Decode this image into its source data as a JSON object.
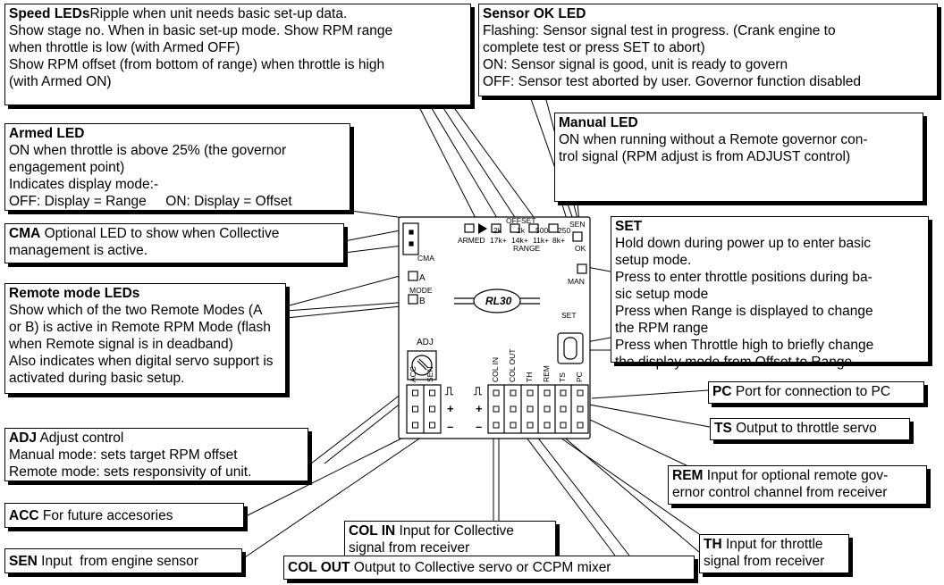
{
  "callouts": {
    "speed_leds": {
      "title": "Speed LEDs",
      "lines": [
        "Ripple when unit needs basic set-up data.",
        "Show stage no. When in basic set-up mode. Show RPM range",
        "when throttle is low (with Armed OFF)",
        "Show RPM offset (from bottom of range) when throttle is high",
        "(with Armed ON)"
      ]
    },
    "sensor_ok_led": {
      "title": "Sensor OK LED",
      "lines": [
        "Flashing: Sensor signal test in progress. (Crank engine to",
        "complete test or press SET to abort)",
        "ON: Sensor signal is good, unit is ready to govern",
        "OFF: Sensor test aborted by user. Governor function disabled"
      ]
    },
    "armed_led": {
      "title": "Armed LED",
      "lines": [
        "ON when throttle is above 25% (the governor",
        "engagement point)",
        "Indicates display mode:-",
        "OFF: Display = Range     ON: Display = Offset"
      ]
    },
    "manual_led": {
      "title": "Manual LED",
      "lines": [
        "ON when running without a Remote governor con-",
        "trol signal (RPM adjust is from ADJUST control)"
      ]
    },
    "cma": {
      "title": "CMA",
      "lines": [
        " Optional LED to show when Collective",
        "management is active."
      ]
    },
    "set": {
      "title": "SET",
      "lines": [
        "Hold down during power up to enter basic",
        "setup mode.",
        "Press to enter throttle positions during ba-",
        "sic setup mode",
        "Press when Range is displayed to change",
        "the RPM range",
        "Press when Throttle high to briefly change",
        "the display mode from Offset to Range."
      ]
    },
    "remote_mode_leds": {
      "title": "Remote mode LEDs",
      "lines": [
        "Show which of the two Remote Modes (A",
        "or B) is active in Remote RPM Mode (flash",
        "when Remote signal is in deadband)",
        "Also indicates when digital servo support is",
        "activated during basic setup."
      ]
    },
    "pc": {
      "title": "PC",
      "lines": [
        " Port for connection to PC"
      ]
    },
    "ts": {
      "title": "TS",
      "lines": [
        " Output to throttle servo"
      ]
    },
    "adj": {
      "title": "ADJ",
      "lines": [
        " Adjust control",
        "Manual mode: sets target RPM offset",
        "Remote mode: sets responsivity of unit."
      ]
    },
    "rem": {
      "title": "REM",
      "lines": [
        " Input for optional remote gov-",
        "ernor control channel from receiver"
      ]
    },
    "acc": {
      "title": "ACC",
      "lines": [
        " For future accesories"
      ]
    },
    "col_in": {
      "title": "COL IN",
      "lines": [
        " Input for Collective",
        "signal from receiver"
      ]
    },
    "th": {
      "title": "TH",
      "lines": [
        " Input for throttle",
        "signal from receiver"
      ]
    },
    "sen": {
      "title": "SEN",
      "lines": [
        " Input  from engine sensor"
      ]
    },
    "col_out": {
      "title": "COL OUT",
      "lines": [
        " Output to Collective servo or CCPM mixer"
      ]
    }
  },
  "device": {
    "logo": "RL30",
    "armed": "ARMED",
    "speed_top": [
      "2k",
      "1k",
      "500",
      "250"
    ],
    "speed_bottom": [
      "17k+",
      "14k+",
      "11k+",
      "8k+"
    ],
    "offset": "OFFSET",
    "range": "RANGE",
    "sen": "SEN",
    "ok": "OK",
    "man": "MAN",
    "cma": "CMA",
    "mode_a": "A",
    "mode": "MODE",
    "mode_b": "B",
    "adj": "ADJ",
    "set": "SET",
    "ports_left": [
      "ACC",
      "SEN"
    ],
    "ports_right": [
      "COL IN",
      "COL OUT",
      "TH",
      "REM",
      "TS",
      "PC"
    ],
    "plus": "+",
    "minus": "–",
    "pulse": "⎍"
  }
}
